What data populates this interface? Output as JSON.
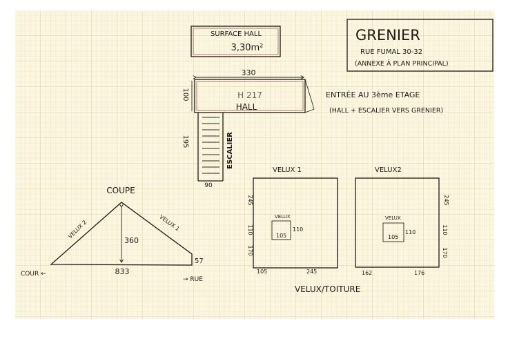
{
  "title_box": {
    "title": "GRENIER",
    "address": "RUE FUMAL 30-32",
    "note": "(ANNEXE À PLAN PRINCIPAL)"
  },
  "surface_box": {
    "label": "SURFACE HALL",
    "value": "3,30m²"
  },
  "hall": {
    "width": "330",
    "depth": "100",
    "height": "H 217",
    "label": "HALL"
  },
  "stairs": {
    "length": "195",
    "width": "90",
    "label": "ESCALIER"
  },
  "entrance_note": {
    "line1": "ENTRÉE AU 3ème ETAGE",
    "line2": "(HALL + ESCALIER VERS GRENIER)"
  },
  "section": {
    "title": "COUPE",
    "height": "360",
    "base": "833",
    "wall": "57",
    "velux_left": "VELUX 2",
    "velux_right": "VELUX 1",
    "left_side": "COUR ←",
    "right_side": "→ RUE"
  },
  "velux1": {
    "title": "VELUX 1",
    "window_label": "VELUX",
    "win_w": "105",
    "win_h": "110",
    "top": "245",
    "mid": "110",
    "bottom": "170",
    "left": "105",
    "right": "245"
  },
  "velux2": {
    "title": "VELUX2",
    "window_label": "VELUX",
    "win_w": "105",
    "win_h": "110",
    "top": "245",
    "mid": "110",
    "bottom": "170",
    "left": "162",
    "right": "176"
  },
  "footer_label": "VELUX/TOITURE"
}
